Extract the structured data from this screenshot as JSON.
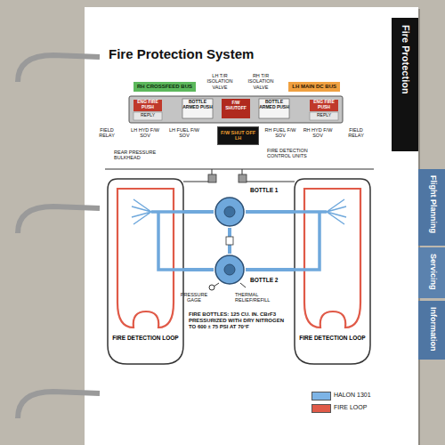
{
  "diagram": {
    "title": "Fire Protection System",
    "nodes": [
      {
        "text": [
          "RH CROSSFEED BUS"
        ]
      },
      {
        "text": [
          "LH MAIN DC BUS"
        ]
      },
      {
        "text": [
          "F/W SHUT OFF",
          "LH"
        ]
      },
      {
        "text": [
          "FIRE DETECTION LOOP"
        ]
      },
      {
        "text": [
          "BOTTLE 1"
        ]
      },
      {
        "text": [
          "BOTTLE 2"
        ]
      },
      {
        "text": [
          "FIRE DETECTION LOOP"
        ]
      }
    ],
    "edges": [
      {
        "from": 4,
        "to": 3,
        "arrow": "none"
      },
      {
        "from": 4,
        "to": 6,
        "arrow": "none"
      },
      {
        "from": 5,
        "to": 3,
        "arrow": "none"
      },
      {
        "from": 5,
        "to": 6,
        "arrow": "none"
      }
    ],
    "labels": [
      "Fire Protection",
      "LH T/R ISOLATION VALVE",
      "RH T/R ISOLATION VALVE",
      "ENG FIRE PUSH",
      "BOTTLE ARMED PUSH",
      "F/W SHUTOFF",
      "BOTTLE ARMED PUSH",
      "ENG FIRE PUSH",
      "REPLY",
      "REPLY",
      "FIELD RELAY",
      "LH HYD F/W SOV",
      "LH FUEL F/W SOV",
      "RH FUEL F/W SOV",
      "RH HYD F/W SOV",
      "FIELD RELAY",
      "REAR PRESSURE BULKHEAD",
      "FIRE DETECTION CONTROL UNITS",
      "PRESSURE GAGE",
      "THERMAL RELIEF/REFILL",
      "FIRE BOTTLES: 125 CU. IN. CBrF3 PRESSURIZED WITH DRY NITROGEN TO 600 ± 75 PSI AT 70°F",
      "Flight Planning",
      "Servicing",
      "Information"
    ],
    "legend": [
      {
        "text": "HALON 1301",
        "color": "#7db4e6"
      },
      {
        "text": "FIRE LOOP",
        "color": "#e05a48"
      }
    ]
  }
}
